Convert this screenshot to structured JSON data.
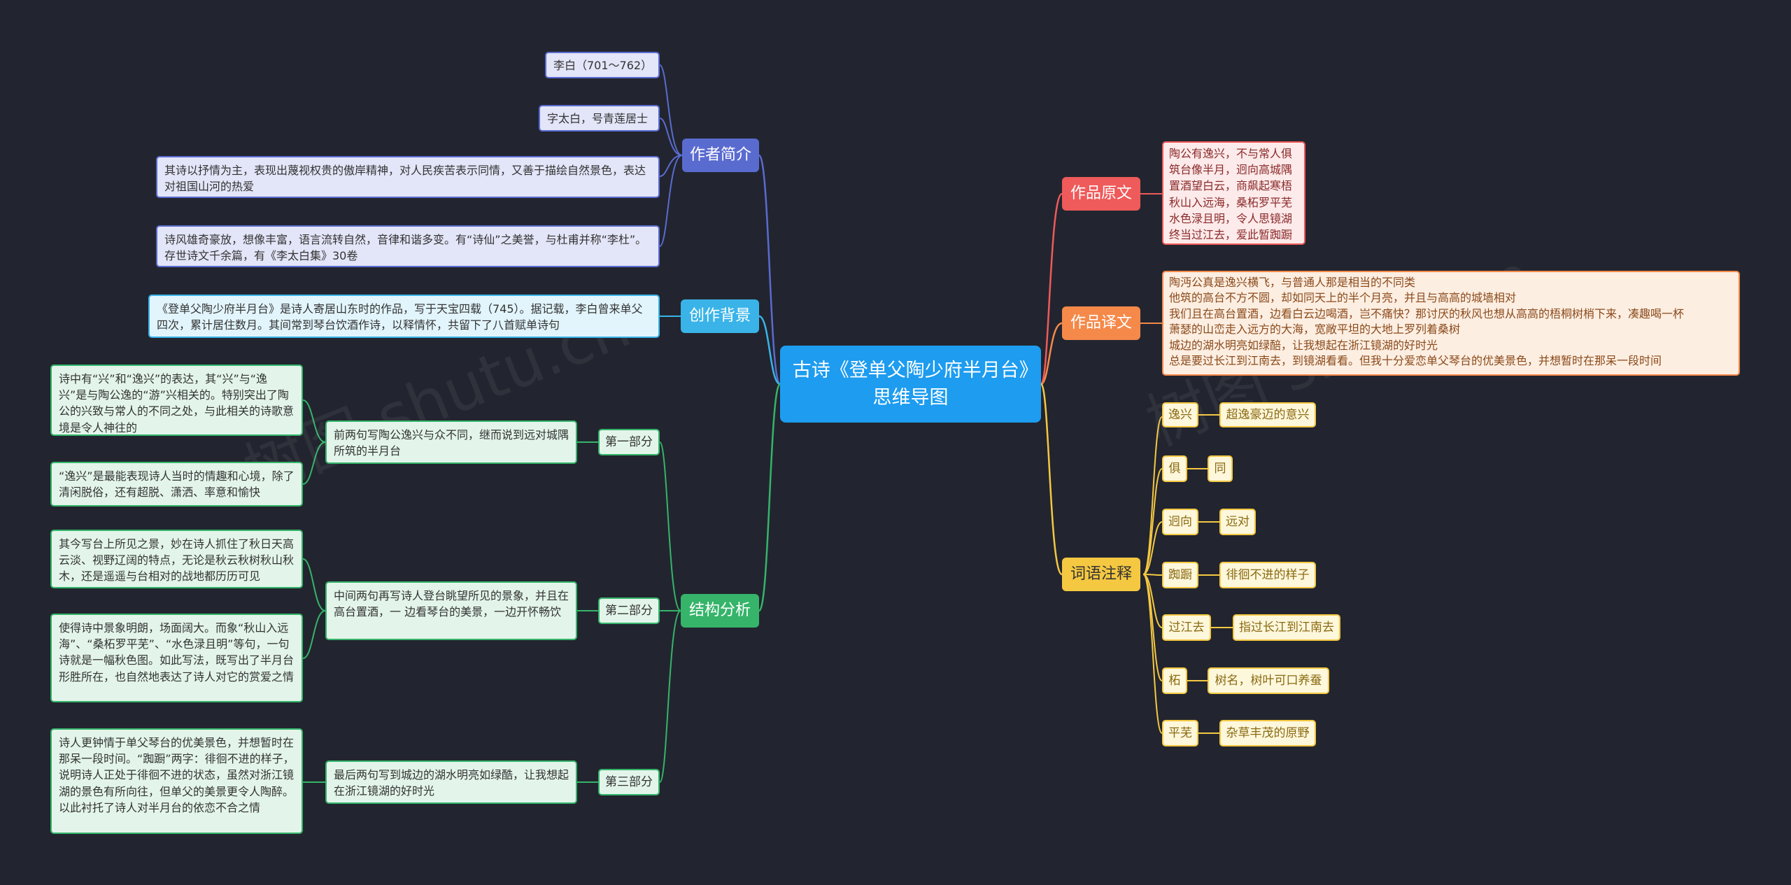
{
  "root": "古诗《登单父陶少府半月台》思维导图",
  "branches": {
    "author": {
      "label": "作者简介",
      "items": [
        "李白（701～762）",
        "字太白，号青莲居士",
        "其诗以抒情为主，表现出蔑视权贵的傲岸精神，对人民疾苦表示同情，又善于描绘自然景色，表达对祖国山河的热爱",
        "诗风雄奇豪放，想像丰富，语言流转自然，音律和谐多变。有“诗仙”之美誉，与杜甫并称“李杜”。存世诗文千余篇，有《李太白集》30卷"
      ]
    },
    "background": {
      "label": "创作背景",
      "items": [
        "《登单父陶少府半月台》是诗人寄居山东时的作品，写于天宝四载（745）。据记载，李白曾来单父四次，累计居住数月。其间常到琴台饮酒作诗，以释情怀，共留下了八首赋单诗句"
      ]
    },
    "structure": {
      "label": "结构分析",
      "parts": [
        {
          "label": "第一部分",
          "summary": "前两句写陶公逸兴与众不同，继而说到远对城隅所筑的半月台",
          "details": [
            "诗中有“兴”和“逸兴”的表达，其“兴”与“逸兴”是与陶公逸的“游”兴相关的。特别突出了陶公的兴致与常人的不同之处，与此相关的诗歌意境是令人神往的",
            "“逸兴”是最能表现诗人当时的情趣和心境，除了清闲脱俗，还有超脱、潇洒、率意和愉快"
          ]
        },
        {
          "label": "第二部分",
          "summary": "中间两句再写诗人登台眺望所见的景象，并且在高台置酒，一 边看琴台的美景，一边开怀畅饮",
          "details": [
            "其今写台上所见之景，妙在诗人抓住了秋日天高云淡、视野辽阔的特点，无论是秋云秋树秋山秋木，还是遥遥与台相对的战地都历历可见",
            "使得诗中景象明朗，场面阔大。而象“秋山入远海”、“桑柘罗平芜”、“水色渌且明”等句，一句诗就是一幅秋色图。如此写法，既写出了半月台形胜所在，也自然地表达了诗人对它的赏爱之情"
          ]
        },
        {
          "label": "第三部分",
          "summary": "最后两句写到城边的湖水明亮如绿酷，让我想起在浙江镜湖的好时光",
          "details": [
            "诗人更钟情于单父琴台的优美景色，并想暂时在那呆一段时间。“踟蹰”两字：徘徊不进的样子，说明诗人正处于徘徊不进的状态，虽然对浙江镜湖的景色有所向往，但单父的美景更令人陶醉。以此衬托了诗人对半月台的依恋不合之情"
          ]
        }
      ]
    },
    "original": {
      "label": "作品原文",
      "text": "陶公有逸兴，不与常人俱筑台像半月，迥向高城隅置酒望白云，商飙起寒梧秋山入远海，桑柘罗平芜水色渌且明，令人思镜湖终当过江去，爱此暂踟蹰"
    },
    "translation": {
      "label": "作品译文",
      "lines": [
        "陶沔公真是逸兴横飞，与普通人那是相当的不同类",
        "他筑的高台不方不圆，却如同天上的半个月亮，并且与高高的城墙相对",
        "我们且在高台置酒，边看白云边喝酒，岂不痛快？那讨厌的秋风也想从高高的梧桐树梢下来，凑趣喝一杯",
        "萧瑟的山峦走入远方的大海，宽敞平坦的大地上罗列着桑树",
        "城边的湖水明亮如绿醅，让我想起在浙江镜湖的好时光",
        "总是要过长江到江南去，到镜湖看看。但我十分爱恋单父琴台的优美景色，并想暂时在那呆一段时间"
      ]
    },
    "glossary": {
      "label": "词语注释",
      "entries": [
        {
          "term": "逸兴",
          "meaning": "超逸豪迈的意兴"
        },
        {
          "term": "俱",
          "meaning": "同"
        },
        {
          "term": "迥向",
          "meaning": "远对"
        },
        {
          "term": "踟蹰",
          "meaning": "徘徊不进的样子"
        },
        {
          "term": "过江去",
          "meaning": "指过长江到江南去"
        },
        {
          "term": "柘",
          "meaning": "树名，树叶可口养蚕"
        },
        {
          "term": "平芜",
          "meaning": "杂草丰茂的原野"
        }
      ]
    }
  },
  "watermark": "树图 shutu.cn",
  "colors": {
    "background": "#22252f",
    "root": "#1d9cf0",
    "author": "#5a6bd0",
    "background_branch": "#3ab4e8",
    "structure": "#35b46a",
    "original": "#ef5a5a",
    "translation": "#f5894a",
    "glossary": "#f5c842"
  }
}
